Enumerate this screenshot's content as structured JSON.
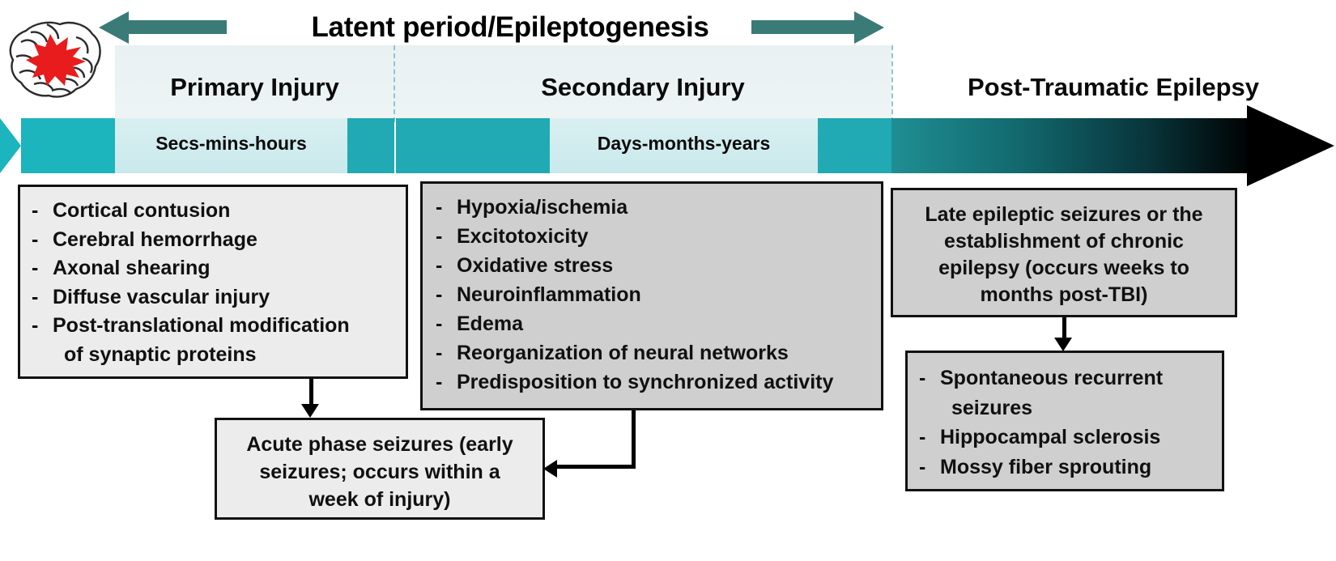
{
  "figure": {
    "title": "Latent period/Epileptogenesis",
    "arrow_left_icon": "left-arrow-icon",
    "arrow_right_icon": "right-arrow-icon",
    "brain_icon": "brain-injury-icon"
  },
  "timeline": {
    "stages": [
      {
        "name": "Primary Injury",
        "duration": "Secs-mins-hours"
      },
      {
        "name": "Secondary Injury",
        "duration": "Days-months-years"
      },
      {
        "name": "Post-Traumatic Epilepsy",
        "duration": ""
      }
    ]
  },
  "boxes": {
    "primary": {
      "items": [
        "Cortical contusion",
        "Cerebral hemorrhage",
        "Axonal shearing",
        "Diffuse vascular injury",
        "Post-translational modification"
      ],
      "continuation": "of synaptic proteins",
      "bullet": "-"
    },
    "secondary": {
      "items": [
        "Hypoxia/ischemia",
        "Excitotoxicity",
        "Oxidative stress",
        "Neuroinflammation",
        "Edema",
        "Reorganization of neural networks",
        "Predisposition to synchronized activity"
      ],
      "bullet": "-"
    },
    "pte": {
      "lines": [
        "Late epileptic seizures or the",
        "establishment of chronic",
        "epilepsy (occurs weeks to",
        "months post-TBI)"
      ]
    },
    "acute": {
      "lines": [
        "Acute phase seizures (early",
        "seizures; occurs within a",
        "week of injury)"
      ]
    },
    "chronic": {
      "items": [
        "Spontaneous recurrent",
        "Hippocampal sclerosis",
        "Mossy fiber sprouting"
      ],
      "continuation": "seizures",
      "bullet": "-"
    }
  },
  "colors": {
    "teal_bright": "#1cb4bd",
    "teal_dark": "#1f8e93",
    "arrow_green": "#3a7b77",
    "panel_light": "#e9f1f2",
    "box_light": "#ececec",
    "box_grey": "#cfcfcf",
    "dash_blue": "#8fc4d6",
    "impact_red": "#e81c1c"
  }
}
